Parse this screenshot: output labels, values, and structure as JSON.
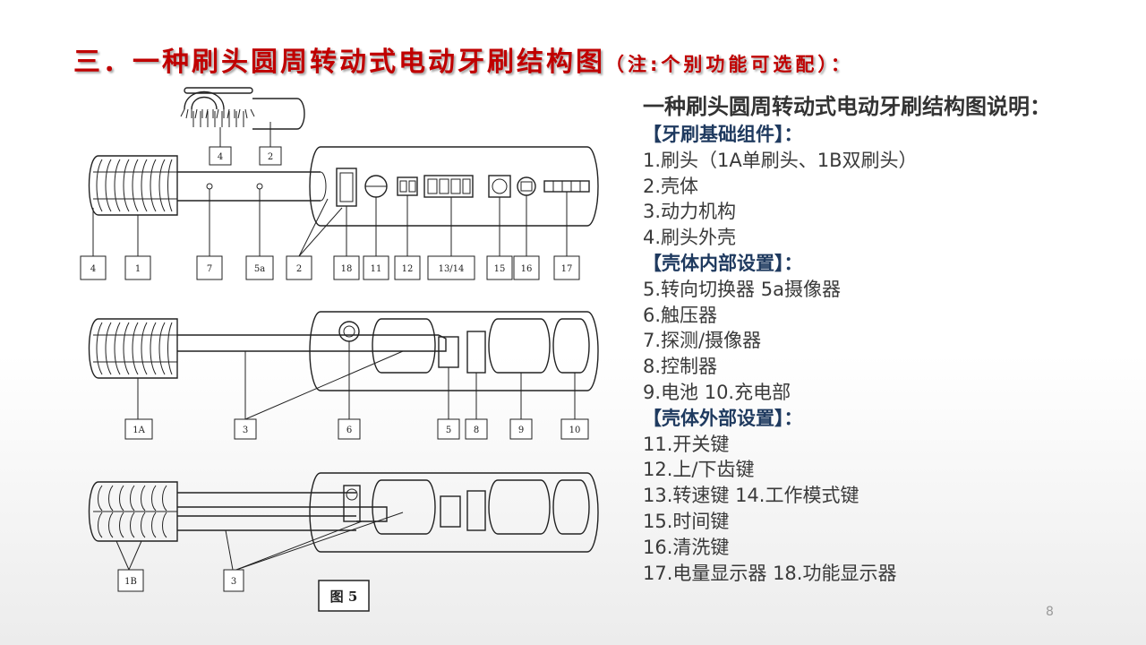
{
  "title": {
    "main": "三．一种刷头圆周转动式电动牙刷结构图",
    "note": "（注:个别功能可选配）："
  },
  "legend": {
    "heading": "一种刷头圆周转动式电动牙刷结构图说明：",
    "lines": [
      {
        "text": "【牙刷基础组件】：",
        "section": true
      },
      {
        "text": "1.刷头（1A单刷头、1B双刷头）"
      },
      {
        "text": "2.壳体"
      },
      {
        "text": "3.动力机构"
      },
      {
        "text": "4.刷头外壳"
      },
      {
        "text": "【壳体内部设置】：",
        "section": true
      },
      {
        "text": "5.转向切换器  5a摄像器"
      },
      {
        "text": "6.触压器"
      },
      {
        "text": "7.探测/摄像器"
      },
      {
        "text": "8.控制器"
      },
      {
        "text": "9.电池     10.充电部"
      },
      {
        "text": "【壳体外部设置】：",
        "section": true
      },
      {
        "text": "11.开关键"
      },
      {
        "text": "12.上/下齿键"
      },
      {
        "text": "13.转速键        14.工作模式键"
      },
      {
        "text": "15.时间键"
      },
      {
        "text": "16.清洗键"
      },
      {
        "text": "17.电量显示器       18.功能显示器"
      }
    ]
  },
  "diagram": {
    "figure_label": "图 5",
    "labels": {
      "f1_4a": "4",
      "f1_2a": "2",
      "f1_4": "4",
      "f1_1": "1",
      "f1_7": "7",
      "f1_5a": "5a",
      "f1_2": "2",
      "f1_18": "18",
      "f1_11": "11",
      "f1_12": "12",
      "f1_1314": "13/14",
      "f1_15": "15",
      "f1_16": "16",
      "f1_17": "17",
      "f2_1A": "1A",
      "f2_3": "3",
      "f2_6": "6",
      "f2_5": "5",
      "f2_8": "8",
      "f2_9": "9",
      "f2_10": "10",
      "f3_1B": "1B",
      "f3_3": "3"
    }
  },
  "page_number": "8"
}
